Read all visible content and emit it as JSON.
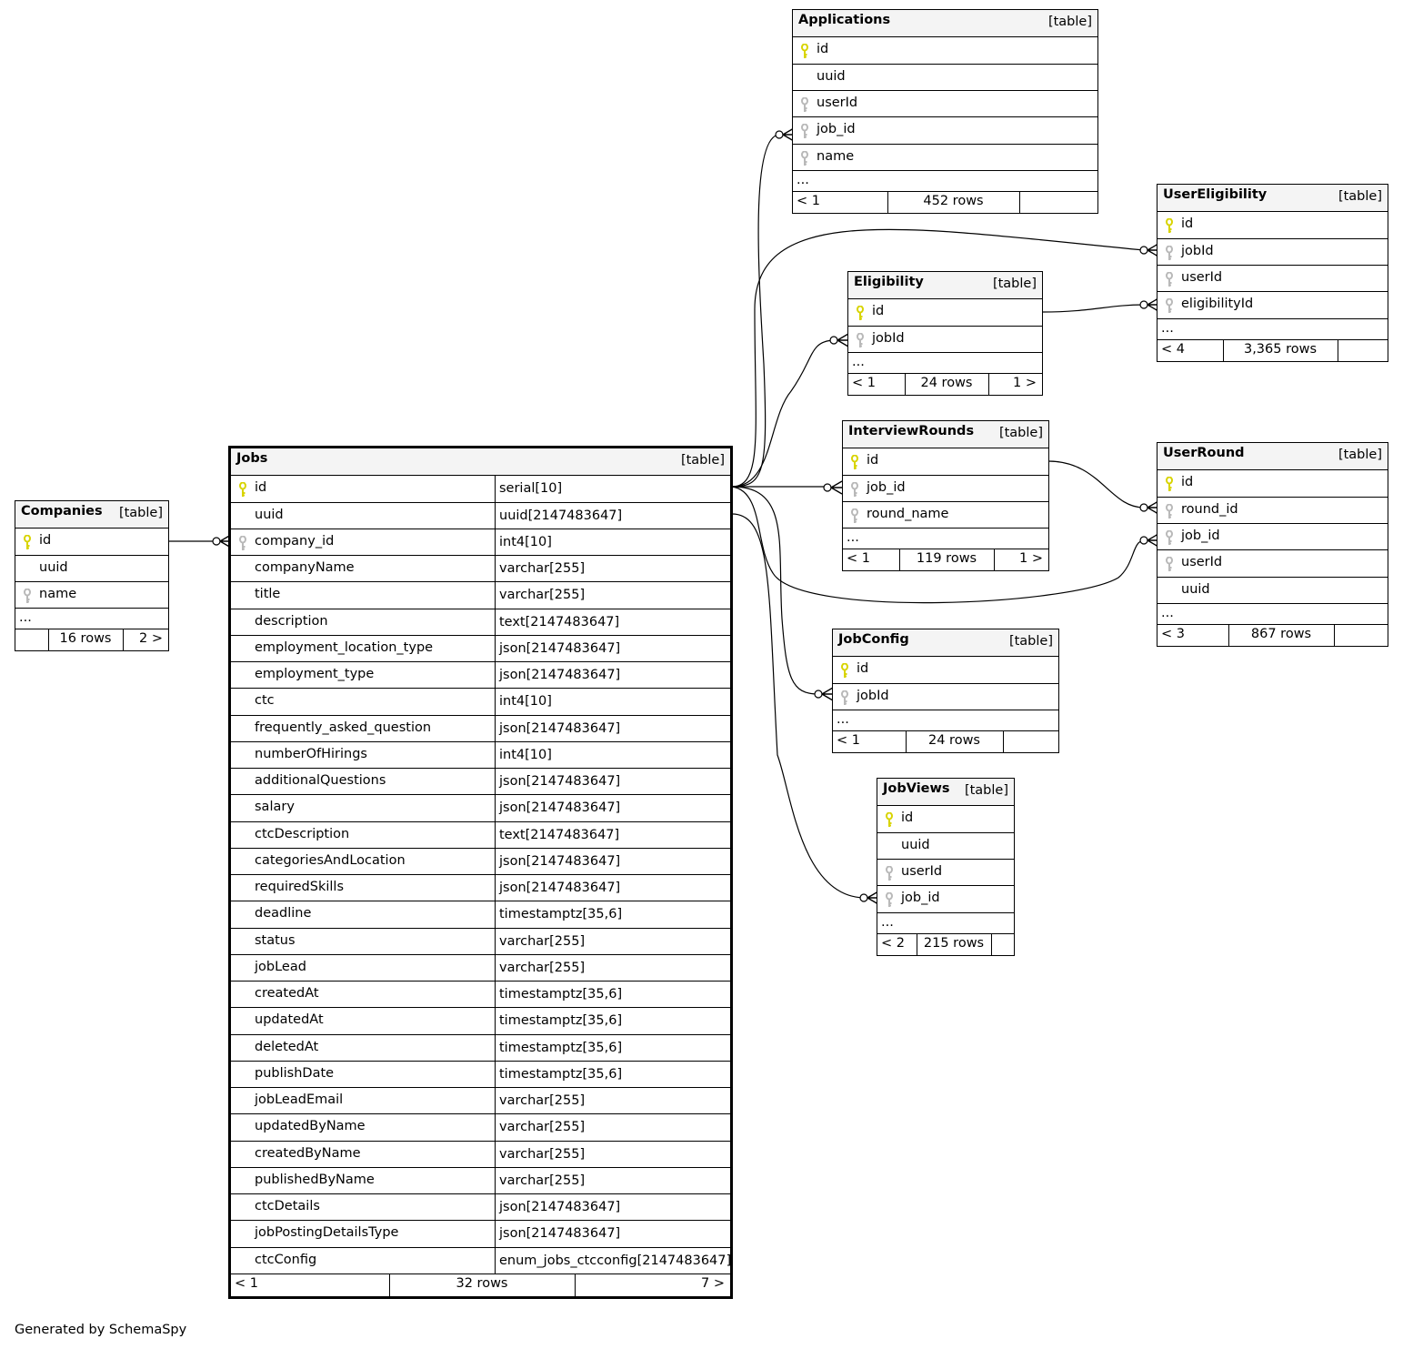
{
  "type_label": "[table]",
  "ellipsis": "...",
  "footer_credit": "Generated by SchemaSpy",
  "colors": {
    "pk_key": "#d8d400",
    "fk_key": "#b9b9b9",
    "header_bg": "#f4f4f4"
  },
  "tables": {
    "applications": {
      "name": "Applications",
      "columns": [
        {
          "name": "id",
          "key": "pk"
        },
        {
          "name": "uuid",
          "key": ""
        },
        {
          "name": "userId",
          "key": "fk"
        },
        {
          "name": "job_id",
          "key": "fk"
        },
        {
          "name": "name",
          "key": "fk"
        }
      ],
      "footer": {
        "left": "< 1",
        "mid": "452 rows",
        "right": ""
      }
    },
    "usereligibility": {
      "name": "UserEligibility",
      "columns": [
        {
          "name": "id",
          "key": "pk"
        },
        {
          "name": "jobId",
          "key": "fk"
        },
        {
          "name": "userId",
          "key": "fk"
        },
        {
          "name": "eligibilityId",
          "key": "fk"
        }
      ],
      "footer": {
        "left": "< 4",
        "mid": "3,365 rows",
        "right": ""
      }
    },
    "eligibility": {
      "name": "Eligibility",
      "columns": [
        {
          "name": "id",
          "key": "pk"
        },
        {
          "name": "jobId",
          "key": "fk"
        }
      ],
      "footer": {
        "left": "< 1",
        "mid": "24 rows",
        "right": "1 >"
      }
    },
    "interviewrounds": {
      "name": "InterviewRounds",
      "columns": [
        {
          "name": "id",
          "key": "pk"
        },
        {
          "name": "job_id",
          "key": "fk"
        },
        {
          "name": "round_name",
          "key": "fk"
        }
      ],
      "footer": {
        "left": "< 1",
        "mid": "119 rows",
        "right": "1 >"
      }
    },
    "userround": {
      "name": "UserRound",
      "columns": [
        {
          "name": "id",
          "key": "pk"
        },
        {
          "name": "round_id",
          "key": "fk"
        },
        {
          "name": "job_id",
          "key": "fk"
        },
        {
          "name": "userId",
          "key": "fk"
        },
        {
          "name": "uuid",
          "key": ""
        }
      ],
      "footer": {
        "left": "< 3",
        "mid": "867 rows",
        "right": ""
      }
    },
    "jobconfig": {
      "name": "JobConfig",
      "columns": [
        {
          "name": "id",
          "key": "pk"
        },
        {
          "name": "jobId",
          "key": "fk"
        }
      ],
      "footer": {
        "left": "< 1",
        "mid": "24 rows",
        "right": ""
      }
    },
    "jobviews": {
      "name": "JobViews",
      "columns": [
        {
          "name": "id",
          "key": "pk"
        },
        {
          "name": "uuid",
          "key": ""
        },
        {
          "name": "userId",
          "key": "fk"
        },
        {
          "name": "job_id",
          "key": "fk"
        }
      ],
      "footer": {
        "left": "< 2",
        "mid": "215 rows",
        "right": ""
      }
    },
    "companies": {
      "name": "Companies",
      "columns": [
        {
          "name": "id",
          "key": "pk"
        },
        {
          "name": "uuid",
          "key": ""
        },
        {
          "name": "name",
          "key": "fk"
        }
      ],
      "footer": {
        "left": "",
        "mid": "16 rows",
        "right": "2 >"
      }
    },
    "jobs": {
      "name": "Jobs",
      "columns": [
        {
          "name": "id",
          "type": "serial[10]",
          "key": "pk"
        },
        {
          "name": "uuid",
          "type": "uuid[2147483647]",
          "key": ""
        },
        {
          "name": "company_id",
          "type": "int4[10]",
          "key": "fk"
        },
        {
          "name": "companyName",
          "type": "varchar[255]",
          "key": ""
        },
        {
          "name": "title",
          "type": "varchar[255]",
          "key": ""
        },
        {
          "name": "description",
          "type": "text[2147483647]",
          "key": ""
        },
        {
          "name": "employment_location_type",
          "type": "json[2147483647]",
          "key": ""
        },
        {
          "name": "employment_type",
          "type": "json[2147483647]",
          "key": ""
        },
        {
          "name": "ctc",
          "type": "int4[10]",
          "key": ""
        },
        {
          "name": "frequently_asked_question",
          "type": "json[2147483647]",
          "key": ""
        },
        {
          "name": "numberOfHirings",
          "type": "int4[10]",
          "key": ""
        },
        {
          "name": "additionalQuestions",
          "type": "json[2147483647]",
          "key": ""
        },
        {
          "name": "salary",
          "type": "json[2147483647]",
          "key": ""
        },
        {
          "name": "ctcDescription",
          "type": "text[2147483647]",
          "key": ""
        },
        {
          "name": "categoriesAndLocation",
          "type": "json[2147483647]",
          "key": ""
        },
        {
          "name": "requiredSkills",
          "type": "json[2147483647]",
          "key": ""
        },
        {
          "name": "deadline",
          "type": "timestamptz[35,6]",
          "key": ""
        },
        {
          "name": "status",
          "type": "varchar[255]",
          "key": ""
        },
        {
          "name": "jobLead",
          "type": "varchar[255]",
          "key": ""
        },
        {
          "name": "createdAt",
          "type": "timestamptz[35,6]",
          "key": ""
        },
        {
          "name": "updatedAt",
          "type": "timestamptz[35,6]",
          "key": ""
        },
        {
          "name": "deletedAt",
          "type": "timestamptz[35,6]",
          "key": ""
        },
        {
          "name": "publishDate",
          "type": "timestamptz[35,6]",
          "key": ""
        },
        {
          "name": "jobLeadEmail",
          "type": "varchar[255]",
          "key": ""
        },
        {
          "name": "updatedByName",
          "type": "varchar[255]",
          "key": ""
        },
        {
          "name": "createdByName",
          "type": "varchar[255]",
          "key": ""
        },
        {
          "name": "publishedByName",
          "type": "varchar[255]",
          "key": ""
        },
        {
          "name": "ctcDetails",
          "type": "json[2147483647]",
          "key": ""
        },
        {
          "name": "jobPostingDetailsType",
          "type": "json[2147483647]",
          "key": ""
        },
        {
          "name": "ctcConfig",
          "type": "enum_jobs_ctcconfig[2147483647]",
          "key": ""
        }
      ],
      "footer": {
        "left": "< 1",
        "mid": "32 rows",
        "right": "7 >"
      }
    }
  }
}
